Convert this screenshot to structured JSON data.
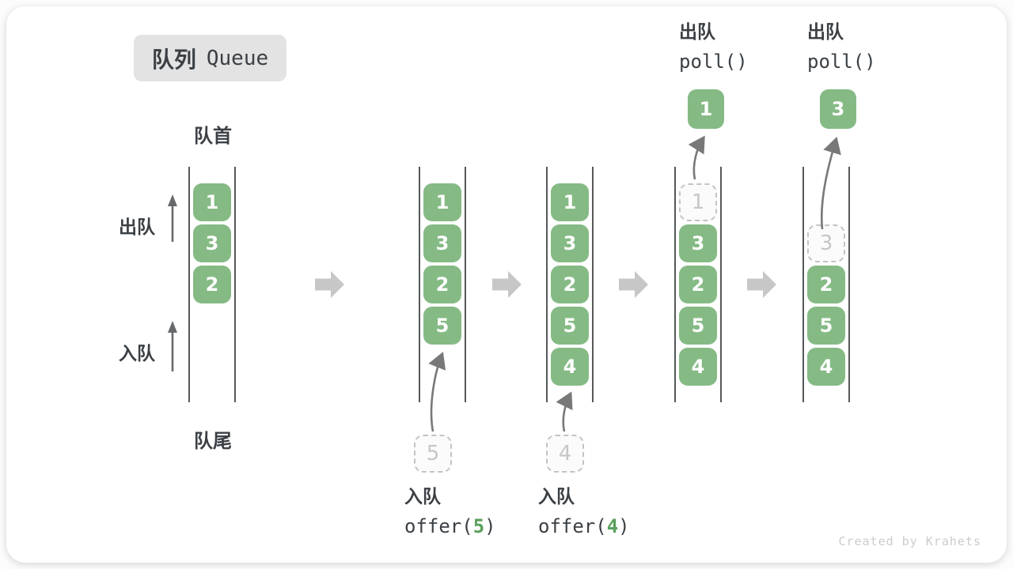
{
  "title": {
    "zh": "队列",
    "en": "Queue"
  },
  "labels": {
    "front": "队首",
    "rear": "队尾",
    "dequeue_side": "出队",
    "enqueue_side": "入队"
  },
  "watermark": "Created by Krahets",
  "colors": {
    "item_green": "#85ba85",
    "code_green": "#5aa05a",
    "text_dark": "#3b4045",
    "ghost_gray": "#c6c6c6",
    "wall_gray": "#55585a",
    "chevron_gray": "#c7c7c7",
    "arrow_gray": "#787878",
    "badge_bg": "#e3e3e3",
    "watermark_gray": "#cccccc"
  },
  "columns": [
    {
      "slots": [
        {
          "type": "item",
          "value": "1"
        },
        {
          "type": "item",
          "value": "3"
        },
        {
          "type": "item",
          "value": "2"
        }
      ]
    },
    {
      "slots": [
        {
          "type": "item",
          "value": "1"
        },
        {
          "type": "item",
          "value": "3"
        },
        {
          "type": "item",
          "value": "2"
        },
        {
          "type": "item",
          "value": "5"
        }
      ],
      "pending": {
        "value": "5"
      },
      "caption": {
        "zh": "入队",
        "code_prefix": "offer(",
        "code_value": "5",
        "code_suffix": ")"
      }
    },
    {
      "slots": [
        {
          "type": "item",
          "value": "1"
        },
        {
          "type": "item",
          "value": "3"
        },
        {
          "type": "item",
          "value": "2"
        },
        {
          "type": "item",
          "value": "5"
        },
        {
          "type": "item",
          "value": "4"
        }
      ],
      "pending": {
        "value": "4"
      },
      "caption": {
        "zh": "入队",
        "code_prefix": "offer(",
        "code_value": "4",
        "code_suffix": ")"
      }
    },
    {
      "slots": [
        {
          "type": "ghost",
          "value": "1"
        },
        {
          "type": "item",
          "value": "3"
        },
        {
          "type": "item",
          "value": "2"
        },
        {
          "type": "item",
          "value": "5"
        },
        {
          "type": "item",
          "value": "4"
        }
      ],
      "ejected": {
        "value": "1"
      },
      "header": {
        "zh": "出队",
        "code": "poll()"
      }
    },
    {
      "slots": [
        {
          "type": "empty",
          "value": ""
        },
        {
          "type": "ghost",
          "value": "3"
        },
        {
          "type": "item",
          "value": "2"
        },
        {
          "type": "item",
          "value": "5"
        },
        {
          "type": "item",
          "value": "4"
        }
      ],
      "ejected": {
        "value": "3"
      },
      "header": {
        "zh": "出队",
        "code": "poll()"
      }
    }
  ]
}
